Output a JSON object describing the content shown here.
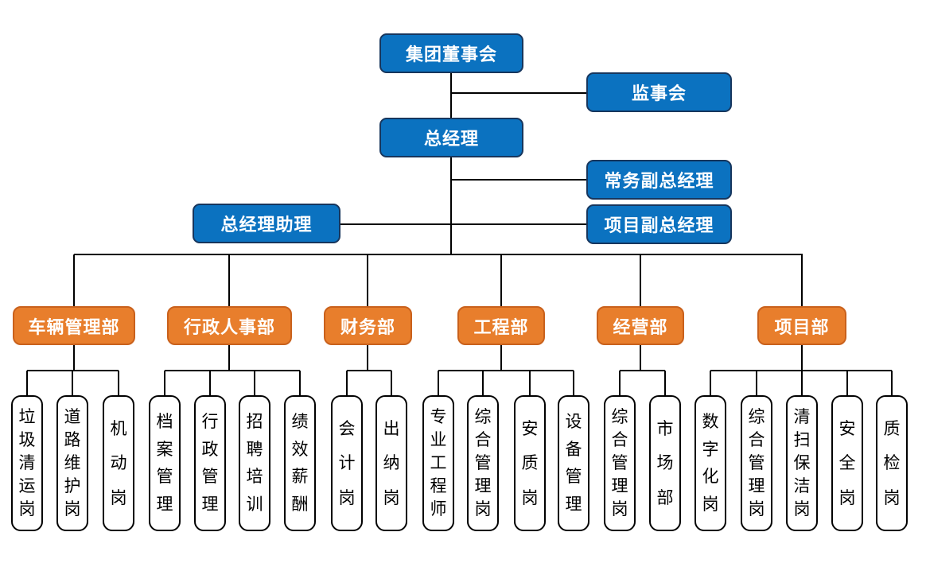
{
  "nodes": {
    "board": "集团董事会",
    "supervisory": "监事会",
    "general_manager": "总经理",
    "exec_deputy_gm": "常务副总经理",
    "gm_assistant": "总经理助理",
    "project_deputy_gm": "项目副总经理"
  },
  "departments": [
    {
      "label": "车辆管理部",
      "positions": [
        "垃圾清运岗",
        "道路维护岗",
        "机动岗"
      ]
    },
    {
      "label": "行政人事部",
      "positions": [
        "档案管理",
        "行政管理",
        "招聘培训",
        "绩效薪酬"
      ]
    },
    {
      "label": "财务部",
      "positions": [
        "会计岗",
        "出纳岗"
      ]
    },
    {
      "label": "工程部",
      "positions": [
        "专业工程师",
        "综合管理岗",
        "安质岗",
        "设备管理"
      ]
    },
    {
      "label": "经营部",
      "positions": [
        "综合管理岗",
        "市场部"
      ]
    },
    {
      "label": "项目部",
      "positions": [
        "数字化岗",
        "综合管理岗",
        "清扫保洁岗",
        "安全岗",
        "质检岗"
      ]
    }
  ],
  "colors": {
    "primary_blue": "#0b72c0",
    "blue_border": "#17365d",
    "accent_orange": "#e87e2c",
    "orange_border": "#c9611c",
    "connector_line": "#000000",
    "leaf_text": "#000000"
  }
}
